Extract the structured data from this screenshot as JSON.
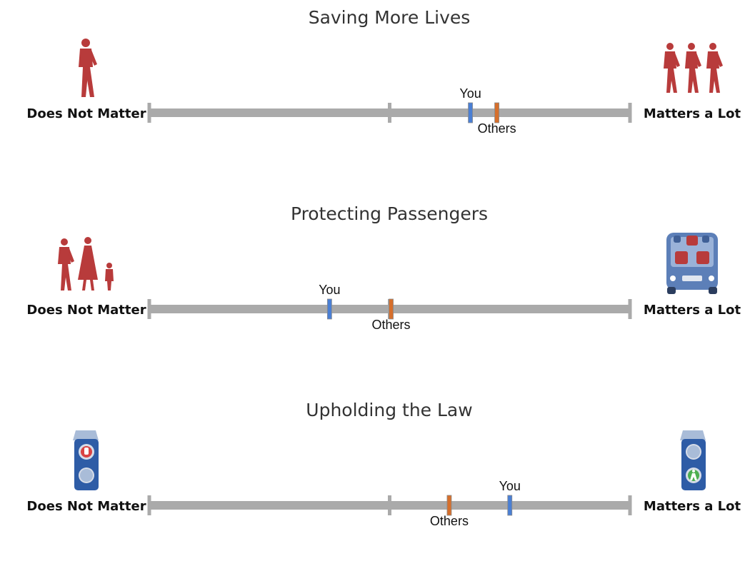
{
  "chart_data": {
    "type": "dot-scale",
    "range": [
      0,
      1
    ],
    "left_label": "Does Not Matter",
    "right_label": "Matters a Lot",
    "series": [
      {
        "name": "You",
        "color": "#4a7fd4"
      },
      {
        "name": "Others",
        "color": "#d66f2c"
      }
    ],
    "rows": [
      {
        "title": "Saving More Lives",
        "left_icon": "single-pedestrian-icon",
        "right_icon": "three-pedestrians-icon",
        "values": {
          "You": 0.668,
          "Others": 0.723
        },
        "label_positions": {
          "You": "above",
          "Others": "below"
        }
      },
      {
        "title": "Protecting Passengers",
        "left_icon": "pedestrian-family-icon",
        "right_icon": "passenger-car-icon",
        "values": {
          "You": 0.375,
          "Others": 0.503
        },
        "label_positions": {
          "You": "above",
          "Others": "below"
        }
      },
      {
        "title": "Upholding the Law",
        "left_icon": "red-stop-light-icon",
        "right_icon": "green-walk-light-icon",
        "values": {
          "You": 0.75,
          "Others": 0.624
        },
        "label_positions": {
          "You": "above",
          "Others": "below"
        }
      }
    ]
  }
}
